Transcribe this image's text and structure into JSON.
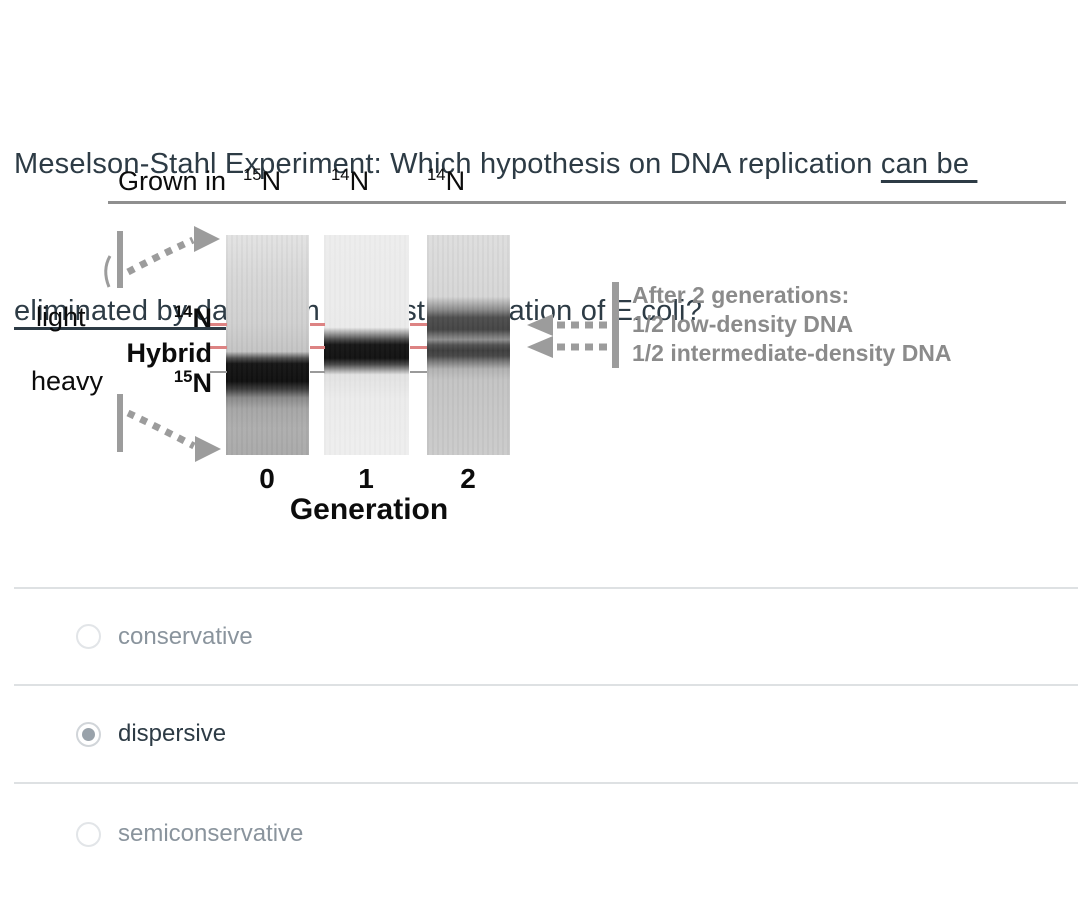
{
  "question": {
    "line1_normal": "Meselson-Stahl Experiment: Which hypothesis on DNA replication ",
    "line1_underlined": "can be ",
    "line2_underlined": "eliminated by data ",
    "line2_normal": "from the first generation of E.coli?"
  },
  "diagram": {
    "header": {
      "grown_in": "Grown in",
      "isotopes": [
        {
          "sup": "15",
          "base": "N"
        },
        {
          "sup": "14",
          "base": "N"
        },
        {
          "sup": "14",
          "base": "N"
        }
      ]
    },
    "density_labels": {
      "light": "light",
      "heavy": "heavy"
    },
    "band_labels": {
      "low": {
        "sup": "14",
        "base": "N"
      },
      "hybrid": "Hybrid",
      "heavy": {
        "sup": "15",
        "base": "N"
      }
    },
    "annotation": {
      "line1": "After 2 generations:",
      "line2": "1/2 low-density DNA",
      "line3": "1/2 intermediate-density DNA"
    },
    "x_axis": {
      "ticks": [
        "0",
        "1",
        "2"
      ],
      "label": "Generation"
    },
    "colors": {
      "marker_red": "#dd8383",
      "marker_gray": "#9a9a9a",
      "arrow_gray": "#9c9c9c",
      "annotation_text": "#8b8b8b",
      "title_text": "#2d3b45"
    }
  },
  "options": [
    {
      "label": "conservative",
      "selected": false
    },
    {
      "label": "dispersive",
      "selected": true
    },
    {
      "label": "semiconservative",
      "selected": false
    }
  ]
}
